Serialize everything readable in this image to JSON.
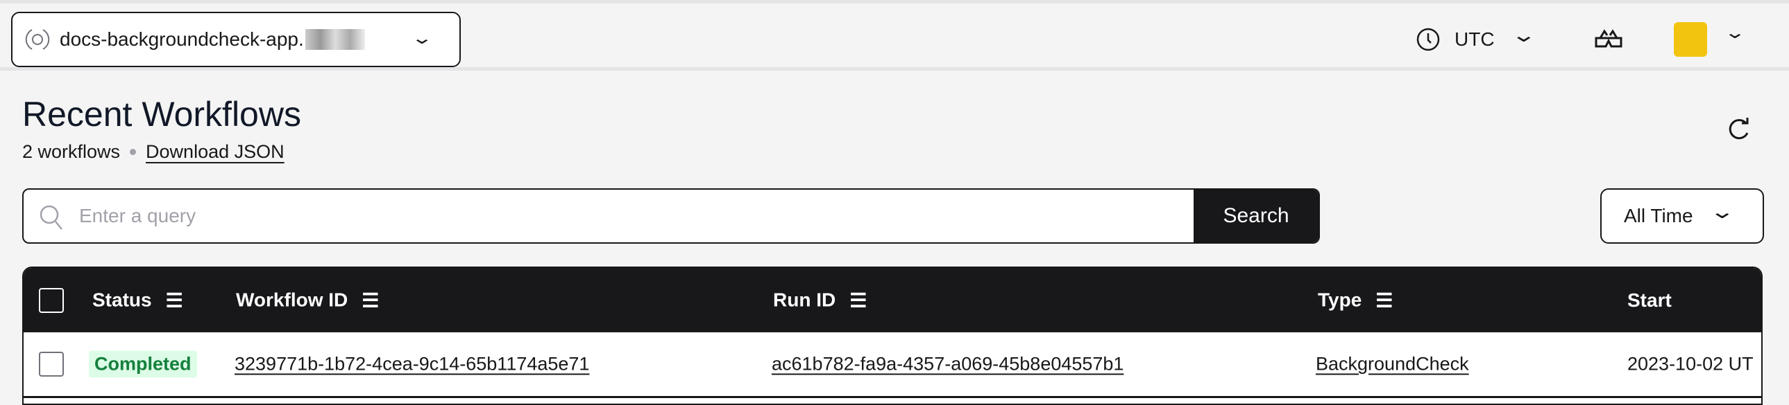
{
  "topbar": {
    "namespace": "docs-backgroundcheck-app.",
    "timezone": "UTC",
    "avatar_color": "#f2c40f"
  },
  "page": {
    "title": "Recent Workflows",
    "count": "2 workflows",
    "download": "Download JSON"
  },
  "search": {
    "placeholder": "Enter a query",
    "button": "Search"
  },
  "time_filter": "All Time",
  "table": {
    "headers": [
      "Status",
      "Workflow ID",
      "Run ID",
      "Type",
      "Start"
    ],
    "rows": [
      {
        "status": "Completed",
        "workflow_id": "3239771b-1b72-4cea-9c14-65b1174a5e71",
        "run_id": "ac61b782-fa9a-4357-a069-45b8e04557b1",
        "type": "BackgroundCheck",
        "start": "2023-10-02 UT"
      }
    ]
  },
  "colors": {
    "header_bg": "#18181b",
    "completed_bg": "#dcfce7",
    "completed_text": "#15803d"
  }
}
